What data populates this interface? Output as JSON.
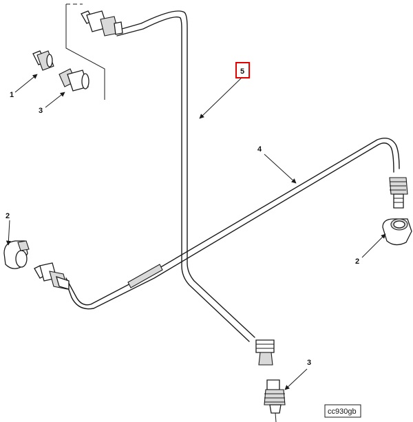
{
  "diagram": {
    "callouts": {
      "c1": "1",
      "c2_left": "2",
      "c2_right": "2",
      "c3_top": "3",
      "c3_bottom": "3",
      "c4": "4",
      "c5": "5"
    },
    "highlight_color": "#e00000",
    "figure_ref": "cc930gb"
  }
}
